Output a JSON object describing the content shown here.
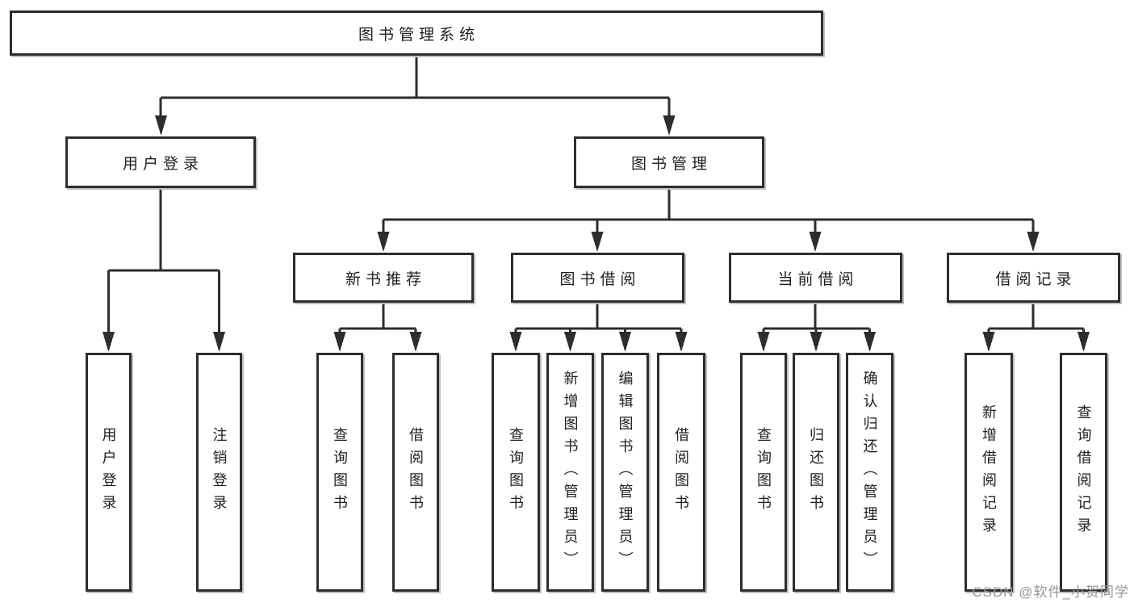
{
  "diagram_title": "图书管理系统",
  "tree": {
    "root": {
      "label": "图书管理系统"
    },
    "branches": [
      {
        "label": "用户登录",
        "leaves": [
          {
            "label": "用户登录"
          },
          {
            "label": "注销登录"
          }
        ]
      },
      {
        "label": "图书管理",
        "groups": [
          {
            "label": "新书推荐",
            "leaves": [
              {
                "label": "查询图书"
              },
              {
                "label": "借阅图书"
              }
            ]
          },
          {
            "label": "图书借阅",
            "leaves": [
              {
                "label": "查询图书"
              },
              {
                "label": "新增图书（管理员）"
              },
              {
                "label": "编辑图书（管理员）"
              },
              {
                "label": "借阅图书"
              }
            ]
          },
          {
            "label": "当前借阅",
            "leaves": [
              {
                "label": "查询图书"
              },
              {
                "label": "归还图书"
              },
              {
                "label": "确认归还（管理员）"
              }
            ]
          },
          {
            "label": "借阅记录",
            "leaves": [
              {
                "label": "新增借阅记录"
              },
              {
                "label": "查询借阅记录"
              }
            ]
          }
        ]
      }
    ]
  },
  "watermark": {
    "text": "CSDN @软件_小贺同学"
  },
  "colors": {
    "line": "#2d2d2d",
    "text": "#1f1f1f",
    "background": "#ffffff",
    "watermark": "#969696"
  }
}
